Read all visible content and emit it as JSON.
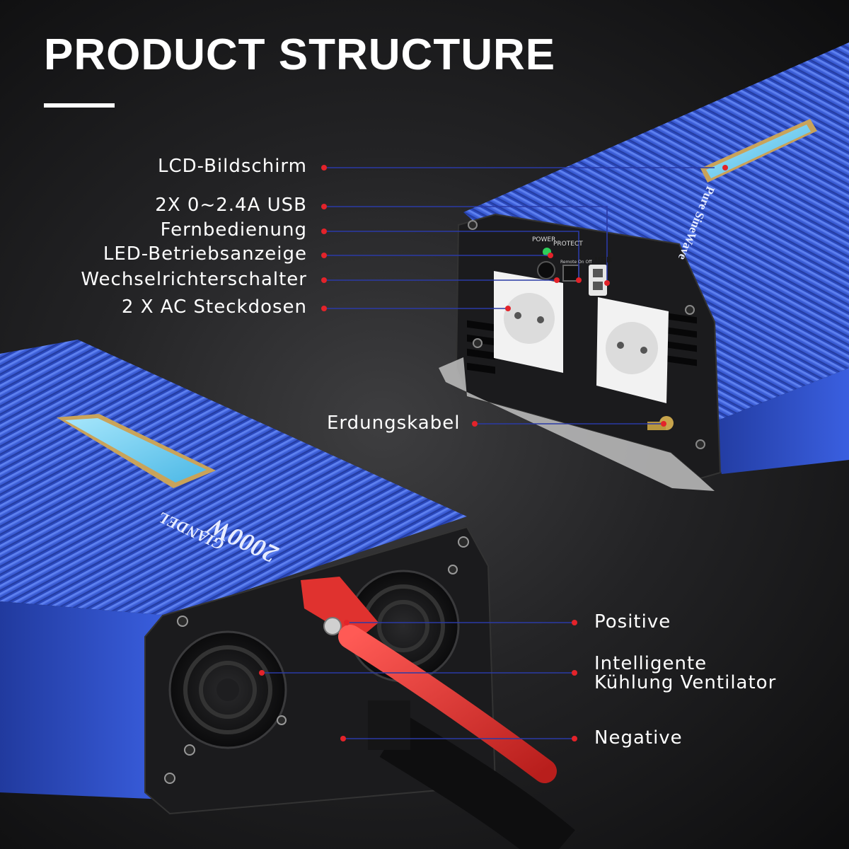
{
  "title": "PRODUCT STRUCTURE",
  "callouts": {
    "lcd": "LCD-Bildschirm",
    "usb": "2X 0~2.4A USB",
    "remote": "Fernbedienung",
    "led": "LED-Betriebsanzeige",
    "switch": "Wechselrichterschalter",
    "ac": "2 X AC Steckdosen",
    "ground": "Erdungskabel",
    "positive": "Positive",
    "fan_line1": "Intelligente",
    "fan_line2": "Kühlung Ventilator",
    "negative": "Negative"
  },
  "product_markings": {
    "brand": "GIANDEL",
    "power_rating": "2000W",
    "model_text": "Pure SineWave",
    "panel_power": "POWER",
    "panel_protect": "PROTECT",
    "panel_usb": "USB",
    "panel_remote": "Remote On Off"
  },
  "colors": {
    "background": "#1f1f21",
    "inverter_blue": "#2d4fd0",
    "panel_black": "#1a1a1c",
    "lcd_cyan": "#7fd6f5",
    "leader_line": "#2b3aa6",
    "marker_dot": "#e3232a",
    "cable_red": "#e0322f"
  }
}
